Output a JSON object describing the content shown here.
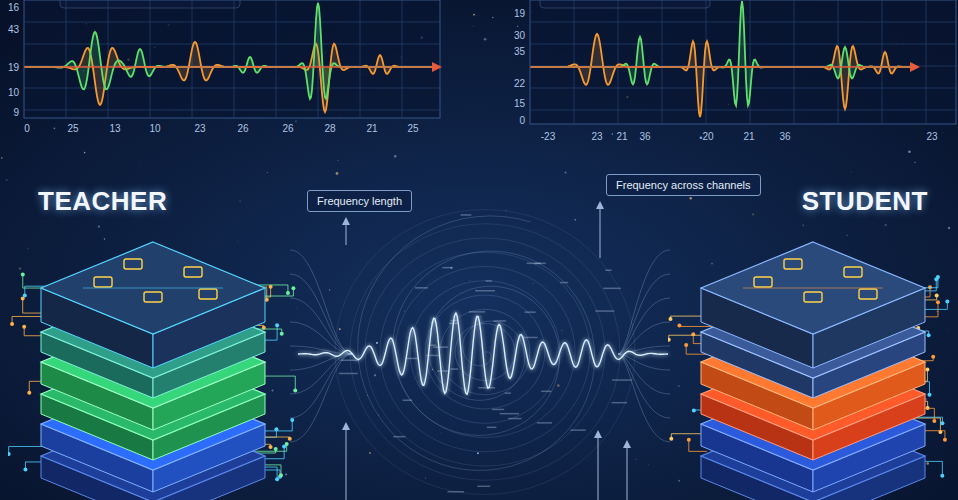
{
  "diagram": {
    "nodes": [
      {
        "text": [
          "TEACHER"
        ]
      },
      {
        "text": [
          "Frequency length"
        ]
      },
      {
        "text": [
          "Frequency across channels"
        ]
      },
      {
        "text": [
          "STUDENT"
        ]
      }
    ],
    "edges": [
      {
        "from": 0,
        "to": 3,
        "arrow": "none"
      }
    ],
    "labels": [
      "16",
      "43",
      "19",
      "10",
      "9",
      "0",
      "25",
      "13",
      "10",
      "23",
      "26",
      "26",
      "28",
      "21",
      "25",
      "19",
      "30",
      "35",
      "22",
      "15",
      "0",
      "-23",
      "23",
      "21",
      "36",
      "20",
      "21",
      "36",
      "23"
    ]
  }
}
